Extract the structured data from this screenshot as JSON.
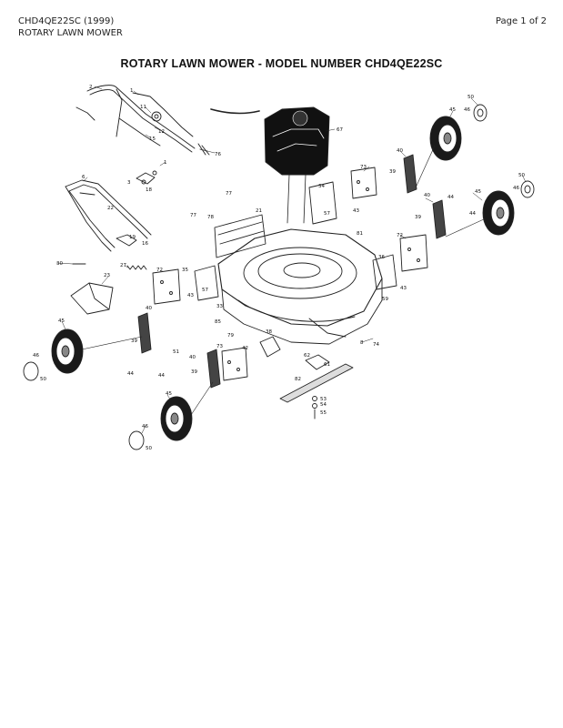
{
  "header": {
    "model_year": "CHD4QE22SC (1999)",
    "product": "ROTARY LAWN MOWER",
    "page": "Page 1 of 2"
  },
  "title": "ROTARY LAWN MOWER - MODEL NUMBER CHD4QE22SC",
  "callouts": [
    {
      "id": "c2",
      "label": "2"
    },
    {
      "id": "c1",
      "label": "1"
    },
    {
      "id": "c11",
      "label": "11"
    },
    {
      "id": "c12",
      "label": "12"
    },
    {
      "id": "c15",
      "label": "15"
    },
    {
      "id": "c76",
      "label": "76"
    },
    {
      "id": "c67",
      "label": "67"
    },
    {
      "id": "c1b",
      "label": "1"
    },
    {
      "id": "c3",
      "label": "3"
    },
    {
      "id": "c18",
      "label": "18"
    },
    {
      "id": "c6",
      "label": "6"
    },
    {
      "id": "c22",
      "label": "22"
    },
    {
      "id": "c19",
      "label": "19"
    },
    {
      "id": "c16",
      "label": "16"
    },
    {
      "id": "c77a",
      "label": "77"
    },
    {
      "id": "c77b",
      "label": "77"
    },
    {
      "id": "c78",
      "label": "78"
    },
    {
      "id": "c21",
      "label": "21"
    },
    {
      "id": "c34",
      "label": "34"
    },
    {
      "id": "c57",
      "label": "57"
    },
    {
      "id": "c81",
      "label": "81"
    },
    {
      "id": "c43a",
      "label": "43"
    },
    {
      "id": "c73a",
      "label": "73"
    },
    {
      "id": "c39a",
      "label": "39"
    },
    {
      "id": "c40a",
      "label": "40"
    },
    {
      "id": "c44a",
      "label": "44"
    },
    {
      "id": "c45a",
      "label": "45"
    },
    {
      "id": "c46a",
      "label": "46"
    },
    {
      "id": "c50a",
      "label": "50"
    },
    {
      "id": "c50b",
      "label": "50"
    },
    {
      "id": "c46b",
      "label": "46"
    },
    {
      "id": "c45b",
      "label": "45"
    },
    {
      "id": "c40b",
      "label": "40"
    },
    {
      "id": "c39b",
      "label": "39"
    },
    {
      "id": "c44b",
      "label": "44"
    },
    {
      "id": "c72a",
      "label": "72"
    },
    {
      "id": "c36",
      "label": "36"
    },
    {
      "id": "c43b",
      "label": "43"
    },
    {
      "id": "c59",
      "label": "59"
    },
    {
      "id": "c30",
      "label": "30"
    },
    {
      "id": "c27",
      "label": "27"
    },
    {
      "id": "c23",
      "label": "23"
    },
    {
      "id": "c35",
      "label": "35"
    },
    {
      "id": "c72b",
      "label": "72"
    },
    {
      "id": "c43c",
      "label": "43"
    },
    {
      "id": "c57b",
      "label": "57"
    },
    {
      "id": "c33",
      "label": "33"
    },
    {
      "id": "c85",
      "label": "85"
    },
    {
      "id": "c79",
      "label": "79"
    },
    {
      "id": "c40c",
      "label": "40"
    },
    {
      "id": "c39c",
      "label": "39"
    },
    {
      "id": "c51",
      "label": "51"
    },
    {
      "id": "c45c",
      "label": "45"
    },
    {
      "id": "c46c",
      "label": "46"
    },
    {
      "id": "c50c",
      "label": "50"
    },
    {
      "id": "c44c",
      "label": "44"
    },
    {
      "id": "c38",
      "label": "38"
    },
    {
      "id": "c8",
      "label": "8"
    },
    {
      "id": "c74",
      "label": "74"
    },
    {
      "id": "c42",
      "label": "42"
    },
    {
      "id": "c73b",
      "label": "73"
    },
    {
      "id": "c40d",
      "label": "40"
    },
    {
      "id": "c39d",
      "label": "39"
    },
    {
      "id": "c44d",
      "label": "44"
    },
    {
      "id": "c45d",
      "label": "45"
    },
    {
      "id": "c46d",
      "label": "46"
    },
    {
      "id": "c50d",
      "label": "50"
    },
    {
      "id": "c62",
      "label": "62"
    },
    {
      "id": "c61",
      "label": "61"
    },
    {
      "id": "c82",
      "label": "82"
    },
    {
      "id": "c53",
      "label": "53"
    },
    {
      "id": "c54",
      "label": "54"
    },
    {
      "id": "c55",
      "label": "55"
    }
  ]
}
